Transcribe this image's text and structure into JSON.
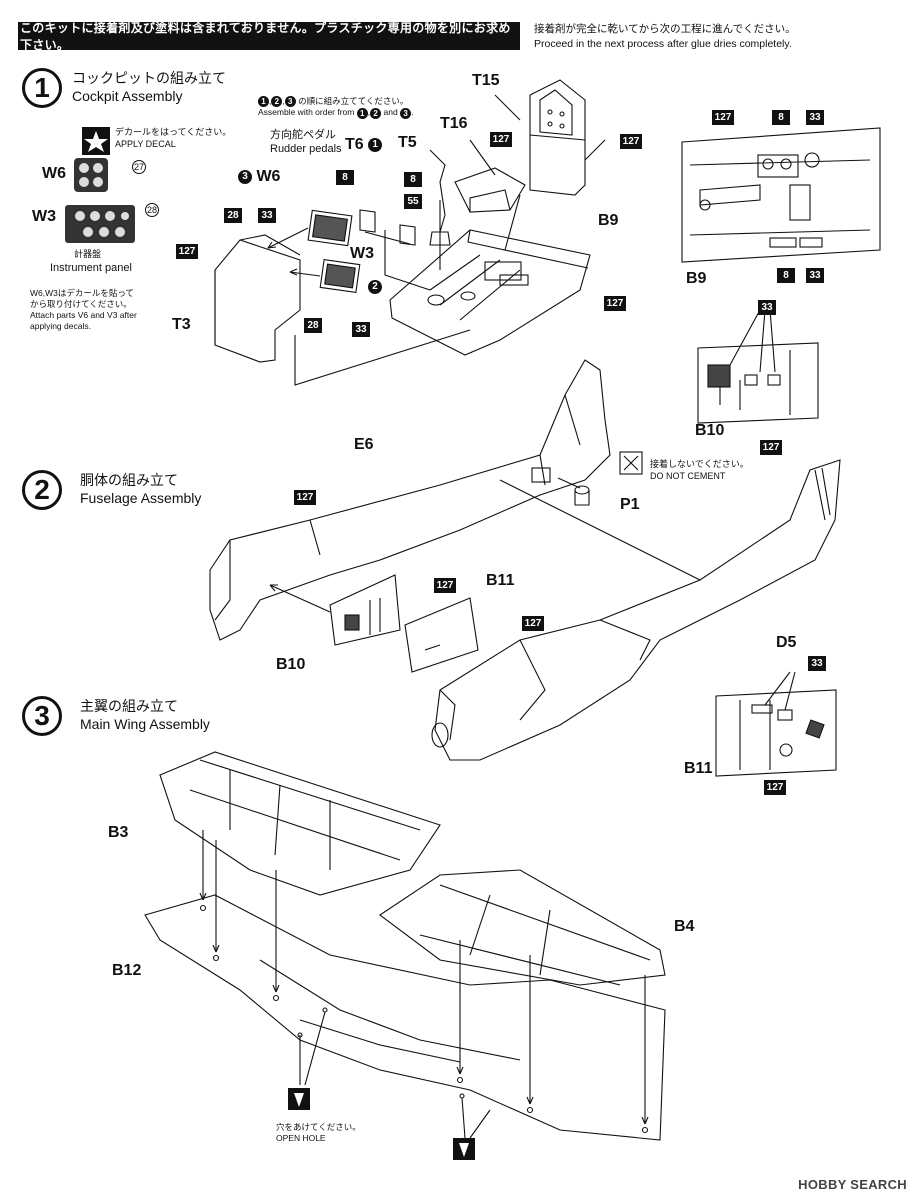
{
  "header": {
    "banner": "このキットに接着剤及び塗料は含まれておりません。プラスチック専用の物を別にお求め下さい。",
    "note_jp": "接着剤が完全に乾いてから次の工程に進んでください。",
    "note_en": "Proceed in the next process after glue dries completely."
  },
  "steps": [
    {
      "num": "1",
      "title_jp": "コックピットの組み立て",
      "title_en": "Cockpit Assembly"
    },
    {
      "num": "2",
      "title_jp": "胴体の組み立て",
      "title_en": "Fuselage Assembly"
    },
    {
      "num": "3",
      "title_jp": "主翼の組み立て",
      "title_en": "Main Wing Assembly"
    }
  ],
  "step1": {
    "apply_decal_jp": "デカールをはってください。",
    "apply_decal_en": "APPLY DECAL",
    "w6": "W6",
    "w6_decal": "27",
    "w3": "W3",
    "w3_decal": "28",
    "panel_jp": "計器盤",
    "panel_en": "Instrument panel",
    "attach_jp_1": "W6,W3はデカールを貼って",
    "attach_jp_2": "から取り付けてください。",
    "attach_en_1": "Attach parts V6 and V3 after",
    "attach_en_2": "applying decals.",
    "order_jp": "の順に組み立ててください。",
    "order_en_1": "Assemble with order from",
    "order_en_2": "and",
    "order_1": "1",
    "order_2": "2",
    "order_3": "3",
    "rudder_jp": "方向舵ペダル",
    "rudder_en": "Rudder pedals",
    "parts": {
      "T15": "T15",
      "T16": "T16",
      "T6": "T6",
      "T5": "T5",
      "W6b": "W6",
      "W3b": "W3",
      "B9": "B9",
      "T3": "T3",
      "B9r": "B9",
      "B10": "B10"
    },
    "paints": {
      "p127": "127",
      "p8": "8",
      "p33": "33",
      "p28": "28",
      "p55": "55"
    }
  },
  "step2": {
    "no_cement_jp": "接着しないでください。",
    "no_cement_en": "DO NOT CEMENT",
    "parts": {
      "E6": "E6",
      "P1": "P1",
      "B11": "B11",
      "D5": "D5",
      "B10": "B10",
      "B11r": "B11"
    }
  },
  "step3": {
    "open_hole_jp": "穴をあけてください。",
    "open_hole_en": "OPEN HOLE",
    "parts": {
      "B3": "B3",
      "B4": "B4",
      "B12": "B12"
    }
  },
  "footer": {
    "logo": "HOBBY SEARCH"
  }
}
